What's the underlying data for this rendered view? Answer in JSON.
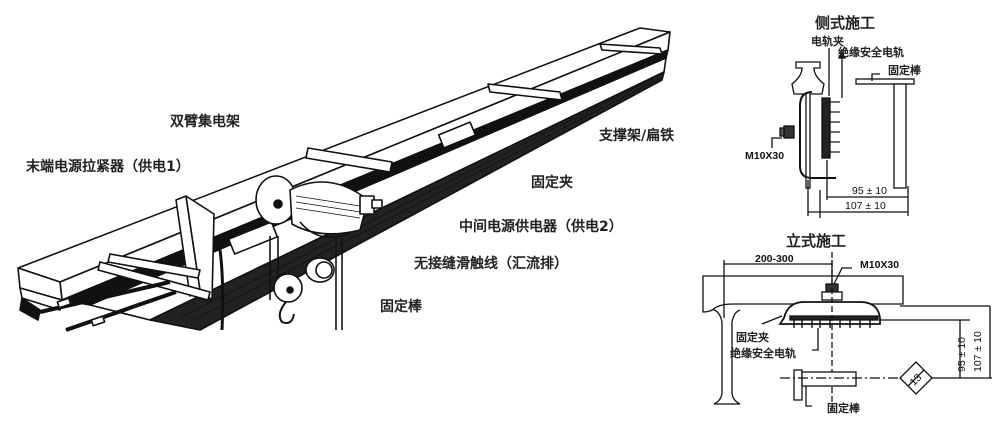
{
  "main_view": {
    "labels": {
      "double_arm_collector": "双臂集电架",
      "end_power_tensioner": "末端电源拉紧器（供电1）",
      "support_flat_iron": "支撑架/扁铁",
      "fixing_clamp": "固定夹",
      "middle_power_feeder": "中间电源供电器（供电2）",
      "seamless_trolley_line": "无接缝滑触线（汇流排）",
      "fixing_rod": "固定棒"
    }
  },
  "side_install": {
    "title": "侧式施工",
    "labels": {
      "rail_clamp": "电轨夹",
      "insulated_safe_rail": "绝缘安全电轨",
      "fixing_rod": "固定棒",
      "bolt": "M10X30"
    },
    "dimensions": {
      "d1": "95 ± 10",
      "d2": "107 ± 10"
    }
  },
  "vertical_install": {
    "title": "立式施工",
    "labels": {
      "span": "200-300",
      "bolt": "M10X30",
      "fixing_clamp": "固定夹",
      "insulated_safe_rail": "绝缘安全电轨",
      "fixing_rod": "固定棒"
    },
    "dimensions": {
      "d1": "95 ± 10",
      "d2": "107 ± 10",
      "wrench": "13"
    }
  }
}
